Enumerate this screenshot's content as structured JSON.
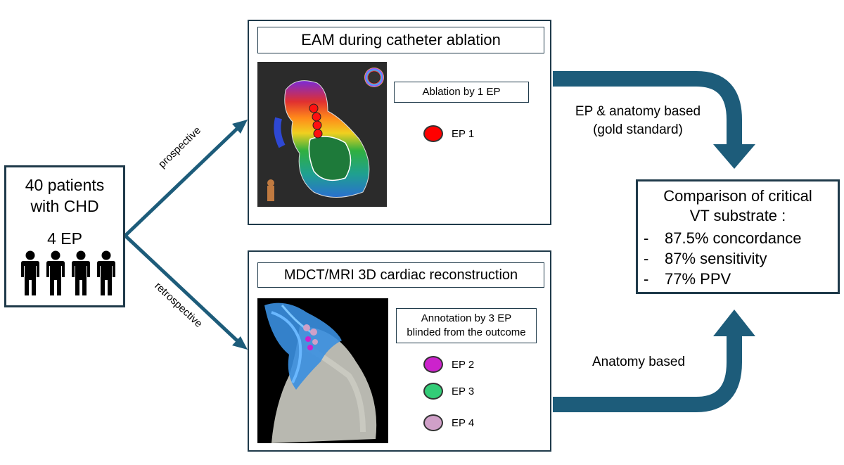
{
  "left_box": {
    "line1": "40 patients",
    "line2": "with CHD",
    "line3": "4 EP",
    "icon": "person-icon"
  },
  "arrows": {
    "prospective": "prospective",
    "retrospective": "retrospective"
  },
  "top_panel": {
    "title": "EAM during catheter ablation",
    "ablation_label": "Ablation by 1 EP",
    "legend": [
      {
        "label": "EP 1",
        "color": "#ff0000"
      }
    ]
  },
  "bottom_panel": {
    "title": "MDCT/MRI 3D cardiac reconstruction",
    "annotation_line1": "Annotation by 3 EP",
    "annotation_line2": "blinded from the outcome",
    "legend": [
      {
        "label": "EP 2",
        "color": "#cc22cc"
      },
      {
        "label": "EP 3",
        "color": "#33cc77"
      },
      {
        "label": "EP 4",
        "color": "#d0a0c8"
      }
    ]
  },
  "flow": {
    "top_line1": "EP & anatomy based",
    "top_line2": "(gold standard)",
    "bottom": "Anatomy based",
    "arrow_color": "#1d5c7a"
  },
  "result": {
    "line1": "Comparison of critical",
    "line2": "VT substrate :",
    "items": [
      "87.5% concordance",
      "87% sensitivity",
      "77% PPV"
    ],
    "bullet": "-"
  }
}
